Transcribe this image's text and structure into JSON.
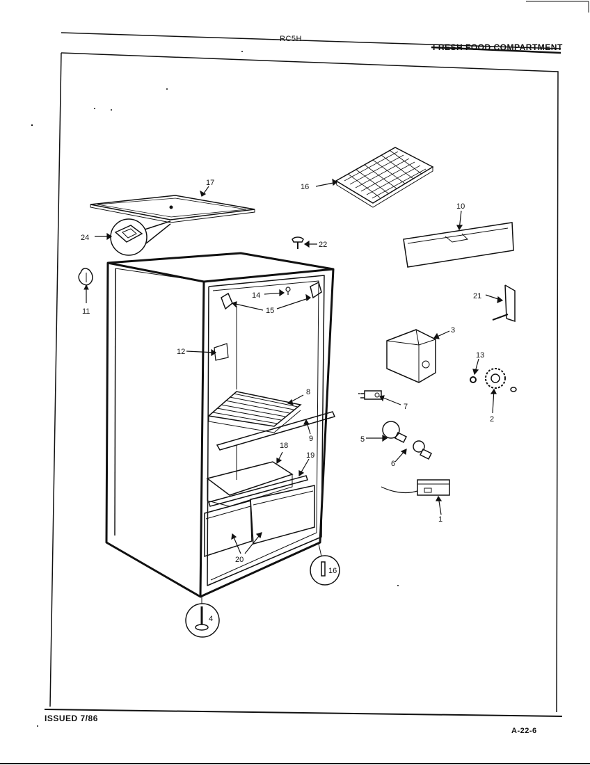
{
  "header": {
    "model": "RC5H",
    "section_title": "FRESH FOOD COMPARTMENT"
  },
  "footer": {
    "issued": "ISSUED 7/86",
    "page_ref": "A-22-6"
  },
  "callouts": {
    "c1": "1",
    "c2": "2",
    "c3": "3",
    "c4": "4",
    "c5": "5",
    "c6": "6",
    "c7": "7",
    "c8": "8",
    "c9": "9",
    "c10": "10",
    "c11": "11",
    "c12": "12",
    "c13": "13",
    "c14": "14",
    "c15": "15",
    "c16_tray": "16",
    "c16_hinge": "16",
    "c17": "17",
    "c18": "18",
    "c19": "19",
    "c20": "20",
    "c21": "21",
    "c22": "22",
    "c24": "24"
  }
}
